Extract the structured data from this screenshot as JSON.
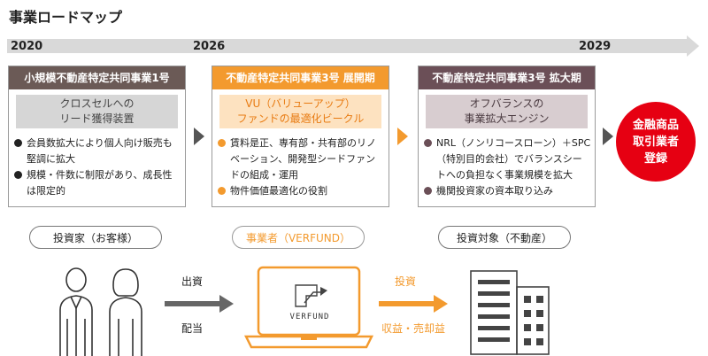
{
  "title": "事業ロードマップ",
  "timeline": {
    "years": [
      "2020",
      "2026",
      "2029"
    ]
  },
  "stages": [
    {
      "header": "小規模不動産特定共同事業1号",
      "subtitle": [
        "クロスセルへの",
        "リード獲得装置"
      ],
      "bullets": [
        "会員数拡大により個人向け販売も堅調に拡大",
        "規模・件数に制限があり、成長性は限定的"
      ],
      "color": "#6b5a56",
      "sub_bg": "#d6d6d6",
      "sub_color": "#444444",
      "dot_color": "#222222"
    },
    {
      "header": "不動産特定共同事業3号 展開期",
      "subtitle": [
        "VU（バリューアップ）",
        "ファンドの最適化ビークル"
      ],
      "bullets": [
        "賃料是正、専有部・共有部のリノベーション、開発型シードファンドの組成・運用",
        "物件価値最適化の役割"
      ],
      "color": "#f39a2e",
      "sub_bg": "#fde2c0",
      "sub_color": "#e87b12",
      "dot_color": "#f39a2e"
    },
    {
      "header": "不動産特定共同事業3号 拡大期",
      "subtitle": [
        "オフバランスの",
        "事業拡大エンジン"
      ],
      "bullets": [
        "NRL（ノンリコースローン）＋SPC（特別目的会社）でバランスシートへの負担なく事業規模を拡大",
        "機関投資家の資本取り込み"
      ],
      "color": "#6b4f57",
      "sub_bg": "#d8cdd0",
      "sub_color": "#4a3a40",
      "dot_color": "#6b4f57"
    }
  ],
  "goal_badge": {
    "lines": [
      "金融商品",
      "取引業者",
      "登録"
    ],
    "color": "#e60012"
  },
  "roles": {
    "investor": "投資家（お客様）",
    "operator": "事業者（VERFUND）",
    "target": "投資対象（不動産）"
  },
  "flows": {
    "invest_label": "出資",
    "dividend_label": "配当",
    "investment_label": "投資",
    "returns_label": "収益・売却益"
  },
  "laptop_logo": "VERFUND",
  "accent_orange": "#f39a2e",
  "gray_arrow": "#666666"
}
